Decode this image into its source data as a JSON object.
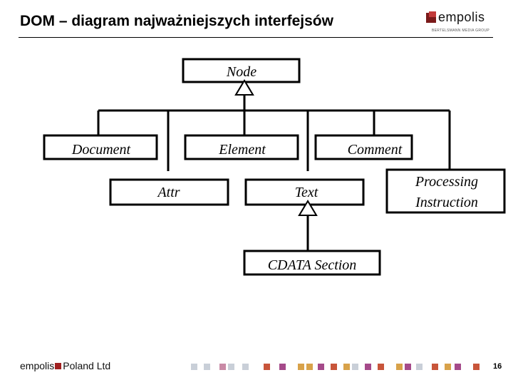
{
  "slide": {
    "title": "DOM – diagram najważniejszych interfejsów",
    "page_number": "16"
  },
  "logo": {
    "name": "empolis",
    "tagline": "BERTELSMANN MEDIA GROUP"
  },
  "footer": {
    "brand": "empolis",
    "company": "Poland Ltd"
  },
  "diagram": {
    "nodes": {
      "node": "Node",
      "document": "Document",
      "element": "Element",
      "comment": "Comment",
      "attr": "Attr",
      "text": "Text",
      "processing_instruction_line1": "Processing",
      "processing_instruction_line2": "Instruction",
      "cdata_section": "CDATA Section"
    }
  },
  "colors": {
    "accent": "#a02020",
    "line": "#000000",
    "footer_squares": [
      "#c9cfd8",
      "#c9cfd8",
      "#c98aa6",
      "#c9cfd8",
      "#c9cfd8",
      "#c8553a",
      "#a54a8a",
      "#d8a24a",
      "#d8a24a",
      "#a54a8a",
      "#c8553a",
      "#d8a24a",
      "#c9cfd8",
      "#a54a8a",
      "#c8553a",
      "#d8a24a",
      "#a54a8a",
      "#c9cfd8",
      "#c8553a",
      "#d8a24a",
      "#a54a8a",
      "#c8553a"
    ]
  }
}
